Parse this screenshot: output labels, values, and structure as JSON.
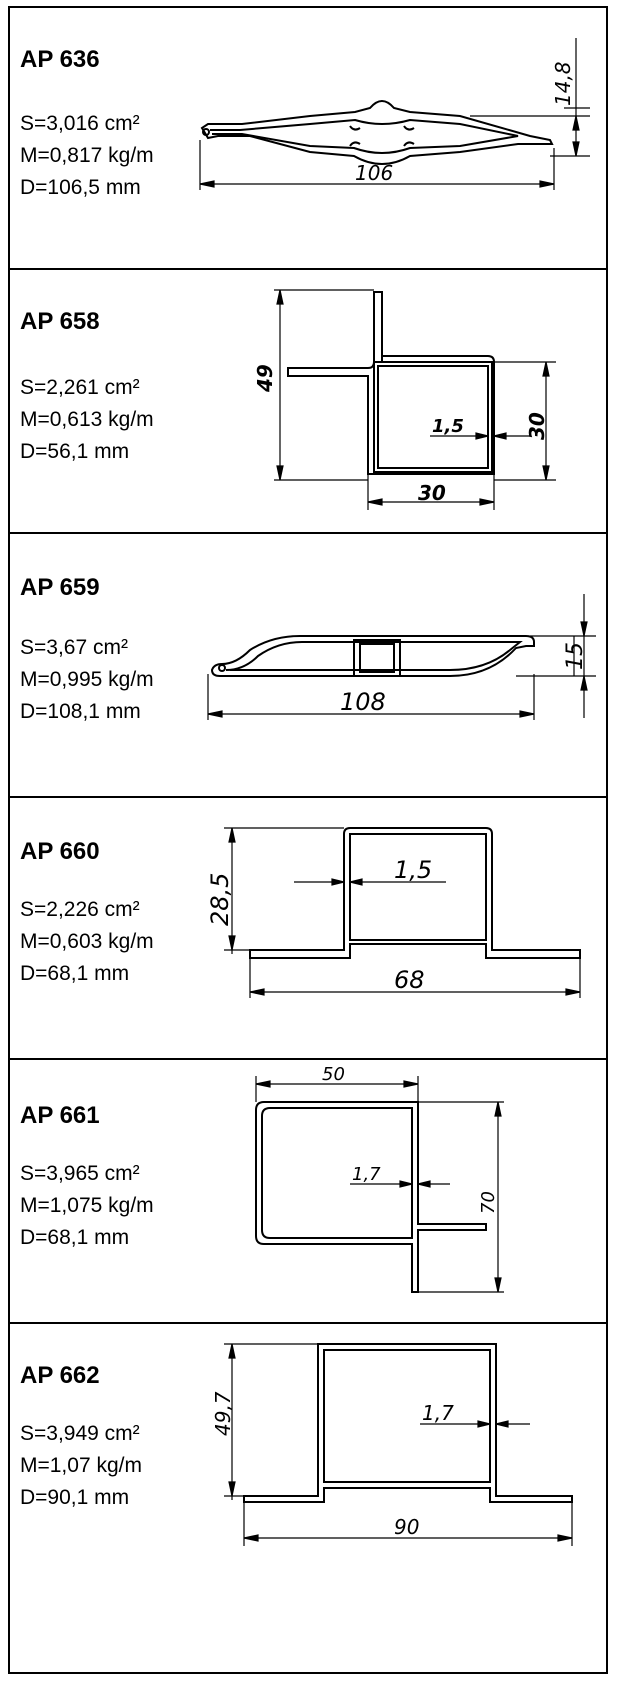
{
  "profiles": [
    {
      "code": "AP 636",
      "area": "S=3,016 cm²",
      "mass": "M=0,817 kg/m",
      "diameter": "D=106,5 mm",
      "dims": {
        "width": "106",
        "height": "14,8"
      }
    },
    {
      "code": "AP 658",
      "area": "S=2,261 cm²",
      "mass": "M=0,613 kg/m",
      "diameter": "D=56,1 mm",
      "dims": {
        "overall_height": "49",
        "box_height": "30",
        "box_width": "30",
        "wall": "1,5"
      }
    },
    {
      "code": "AP 659",
      "area": "S=3,67 cm²",
      "mass": "M=0,995 kg/m",
      "diameter": "D=108,1 mm",
      "dims": {
        "width": "108",
        "height": "15"
      }
    },
    {
      "code": "AP 660",
      "area": "S=2,226 cm²",
      "mass": "M=0,603 kg/m",
      "diameter": "D=68,1 mm",
      "dims": {
        "height": "28,5",
        "wall": "1,5",
        "width": "68"
      }
    },
    {
      "code": "AP 661",
      "area": "S=3,965 cm²",
      "mass": "M=1,075 kg/m",
      "diameter": "D=68,1 mm",
      "dims": {
        "width": "50",
        "height": "70",
        "wall": "1,7"
      }
    },
    {
      "code": "AP 662",
      "area": "S=3,949 cm²",
      "mass": "M=1,07 kg/m",
      "diameter": "D=90,1 mm",
      "dims": {
        "height": "49,7",
        "wall": "1,7",
        "width": "90"
      }
    }
  ]
}
